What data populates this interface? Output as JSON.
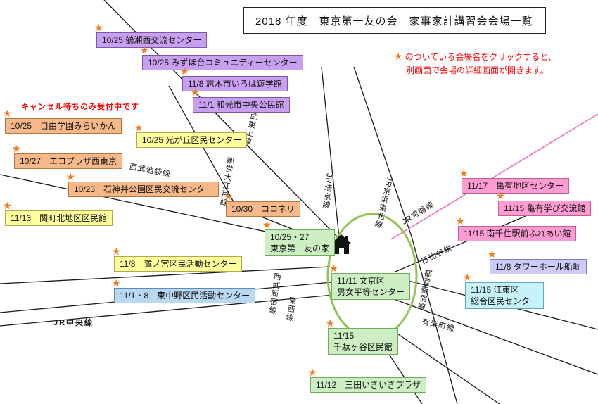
{
  "title": "2018 年度　東京第一友の会　家事家計講習会会場一覧",
  "star_glyph": "★",
  "click_note": {
    "line1": "のついている会場名をクリックすると、",
    "line2": "別画面で会場の詳細画面が開きます。"
  },
  "cancel_note": "キャンセル待ちのみ受付中です",
  "colors": {
    "note_red": "#ff0000",
    "star_orange": "#f07d1e",
    "joban_pink": "#ee6fc4",
    "yamanote_green": "#92c353",
    "line_black": "#1a1a1a"
  },
  "venue_palette": {
    "purple": {
      "bg": "#c9a0ef",
      "border": "#7d57a8"
    },
    "peach": {
      "bg": "#f7b98a",
      "border": "#b07840"
    },
    "yellow": {
      "bg": "#ffff9e",
      "border": "#b0a84f"
    },
    "pink": {
      "bg": "#ff9cd2",
      "border": "#c05f93"
    },
    "green": {
      "bg": "#cdedc3",
      "border": "#6fae58"
    },
    "lavender": {
      "bg": "#ccccfa",
      "border": "#7d7dc0"
    },
    "cyan": {
      "bg": "#c8f2fa",
      "border": "#5fa8ba"
    },
    "blue": {
      "bg": "#b9d8f2",
      "border": "#5f8db5"
    }
  },
  "venues": [
    {
      "label": "10/25 鶴瀬西交流センター"
    },
    {
      "label": "10/25 みずほ台コミュニティーセンター"
    },
    {
      "label": "11/8 志木市いろは遊学館"
    },
    {
      "label": "11/1 和光市中央公民館"
    },
    {
      "label": "10/25　自由学園みらいかん"
    },
    {
      "label": "10/25 光が丘区民センター"
    },
    {
      "label": "10/27　エコプラザ西東京"
    },
    {
      "label": "10/23　石神井公園区民交流センター"
    },
    {
      "label": "10/30　ココネリ"
    },
    {
      "label": "11/13　関町北地区区民館"
    },
    {
      "label": "11/17　亀有地区センター"
    },
    {
      "label": "11/15 亀有学び交流館"
    },
    {
      "label": "11/15 南千住駅前ふれあい館"
    },
    {
      "label": "10/25・27\n東京第一友の家"
    },
    {
      "label": "11/8　鷺ノ宮区民活動センター"
    },
    {
      "label": "11/8 タワーホール船堀"
    },
    {
      "label": "11/11 文京区\n男女平等センター"
    },
    {
      "label": "11/15 江東区\n総合区民センター"
    },
    {
      "label": "11/1・8　東中野区民活動センター"
    },
    {
      "label": "11/15\n千駄ヶ谷区民館"
    },
    {
      "label": "11/12　三田いきいきプラザ"
    }
  ],
  "railways": [
    {
      "label": "東武東上線"
    },
    {
      "label": "都営大江戸線"
    },
    {
      "label": "JR埼京線"
    },
    {
      "label": "JR京浜東北線"
    },
    {
      "label": "JR常磐線"
    },
    {
      "label": "西武池袋線"
    },
    {
      "label": "日比谷線"
    },
    {
      "label": "都営新宿線"
    },
    {
      "label": "西武新宿線"
    },
    {
      "label": "東西線"
    },
    {
      "label": "有楽町線"
    },
    {
      "label": "JR中央線"
    }
  ]
}
